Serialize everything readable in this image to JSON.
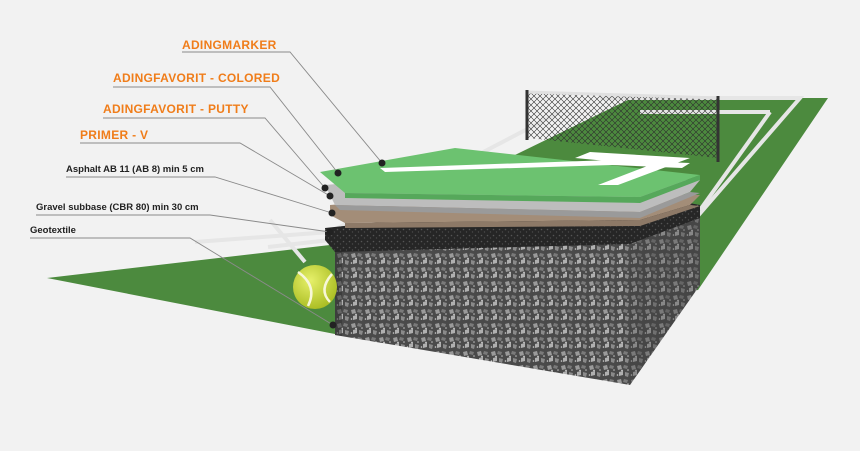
{
  "labels": {
    "adingmarker": "ADINGMARKER",
    "adingfavorit_colored": "ADINGFAVORIT - COLORED",
    "adingfavorit_putty": "ADINGFAVORIT - PUTTY",
    "primer_v": "PRIMER - V",
    "asphalt": "Asphalt AB 11 (AB 8) min 5 cm",
    "gravel": "Gravel subbase (CBR 80) min 30 cm",
    "geotextile": "Geotextile"
  },
  "colors": {
    "label_accent": "#f07d1a",
    "label_dark": "#222222",
    "court_green": "#4c8a3e",
    "surface_green": "#6cc270",
    "court_lines": "#e8e8e8",
    "asphalt_grey": "#bdbdbd",
    "putty_brown": "#a38d78",
    "gravel_dark": "#3a3a3a",
    "tennis_ball": "#c8d93a"
  }
}
